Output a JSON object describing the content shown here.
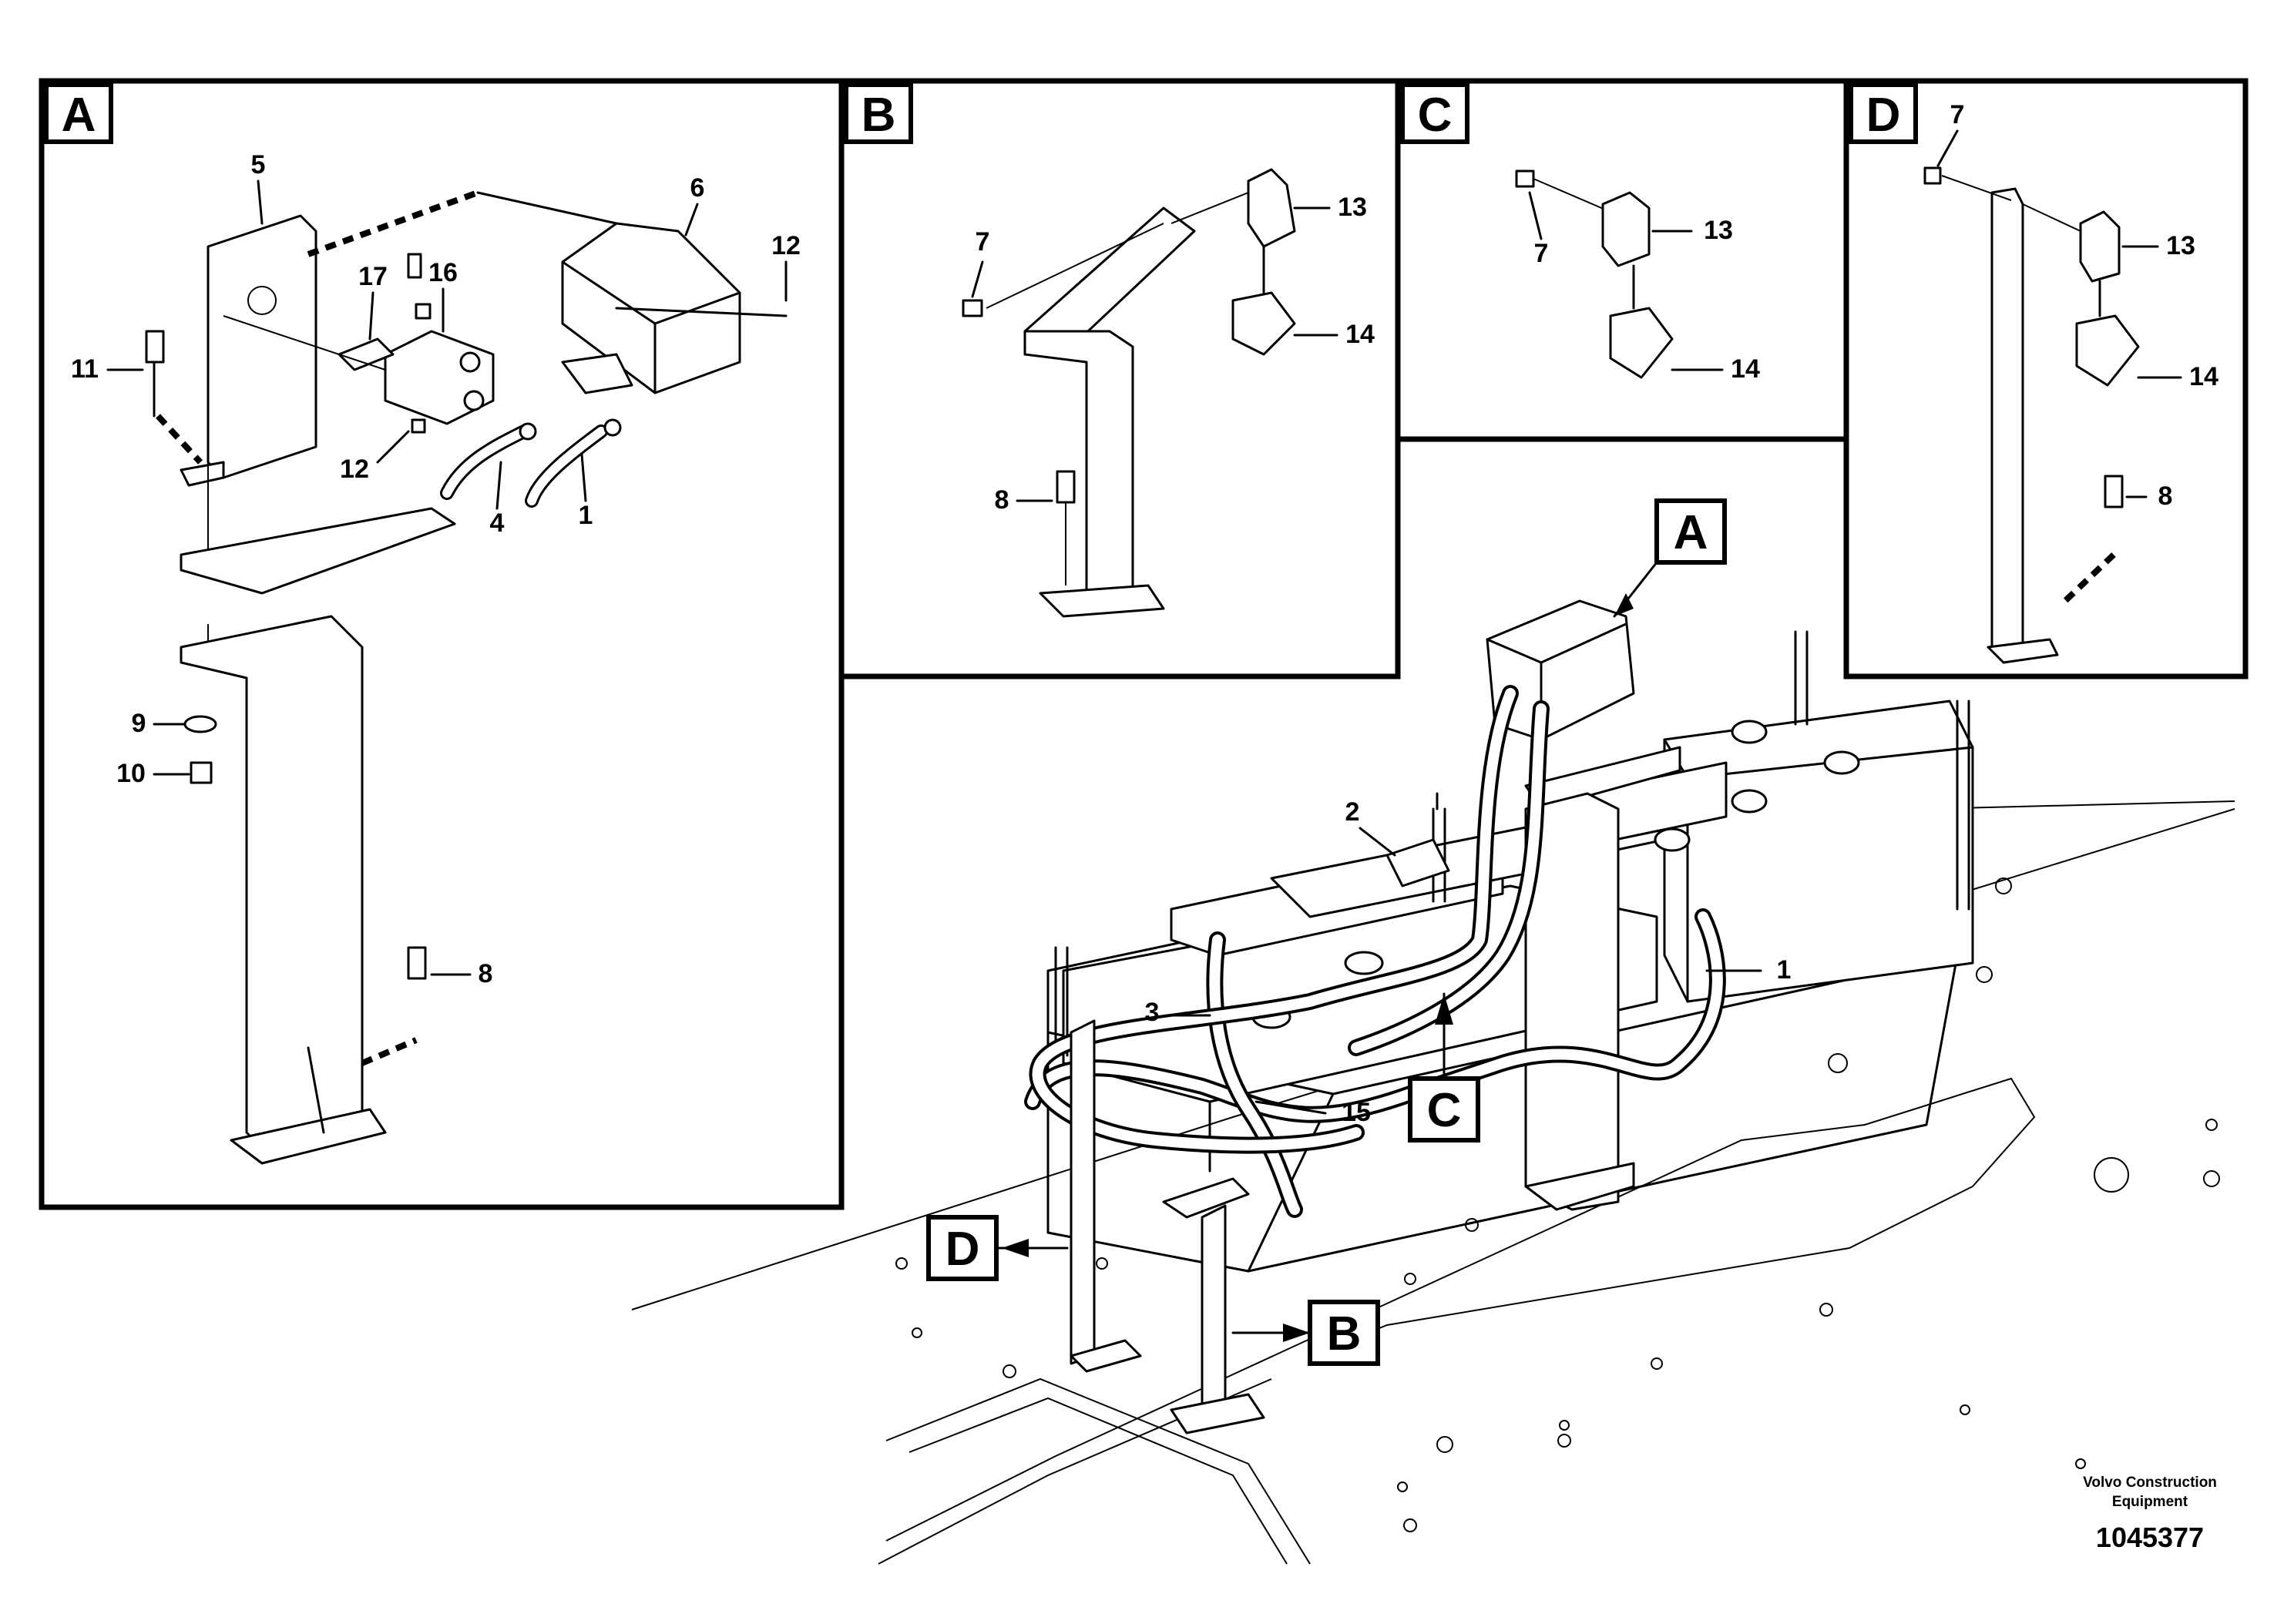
{
  "callouts": {
    "c1": "1",
    "c2": "2",
    "c3": "3",
    "c4": "4",
    "c5": "5",
    "c6": "6",
    "c7": "7",
    "c8": "8",
    "c9": "9",
    "c10": "10",
    "c11": "11",
    "c12": "12",
    "c13": "13",
    "c14": "14",
    "c15": "15",
    "c16": "16",
    "c17": "17"
  },
  "views": {
    "a": "A",
    "b": "B",
    "c": "C",
    "d": "D"
  },
  "footer": {
    "credit_line1": "Volvo Construction",
    "credit_line2": "Equipment",
    "doc_number": "1045377"
  }
}
